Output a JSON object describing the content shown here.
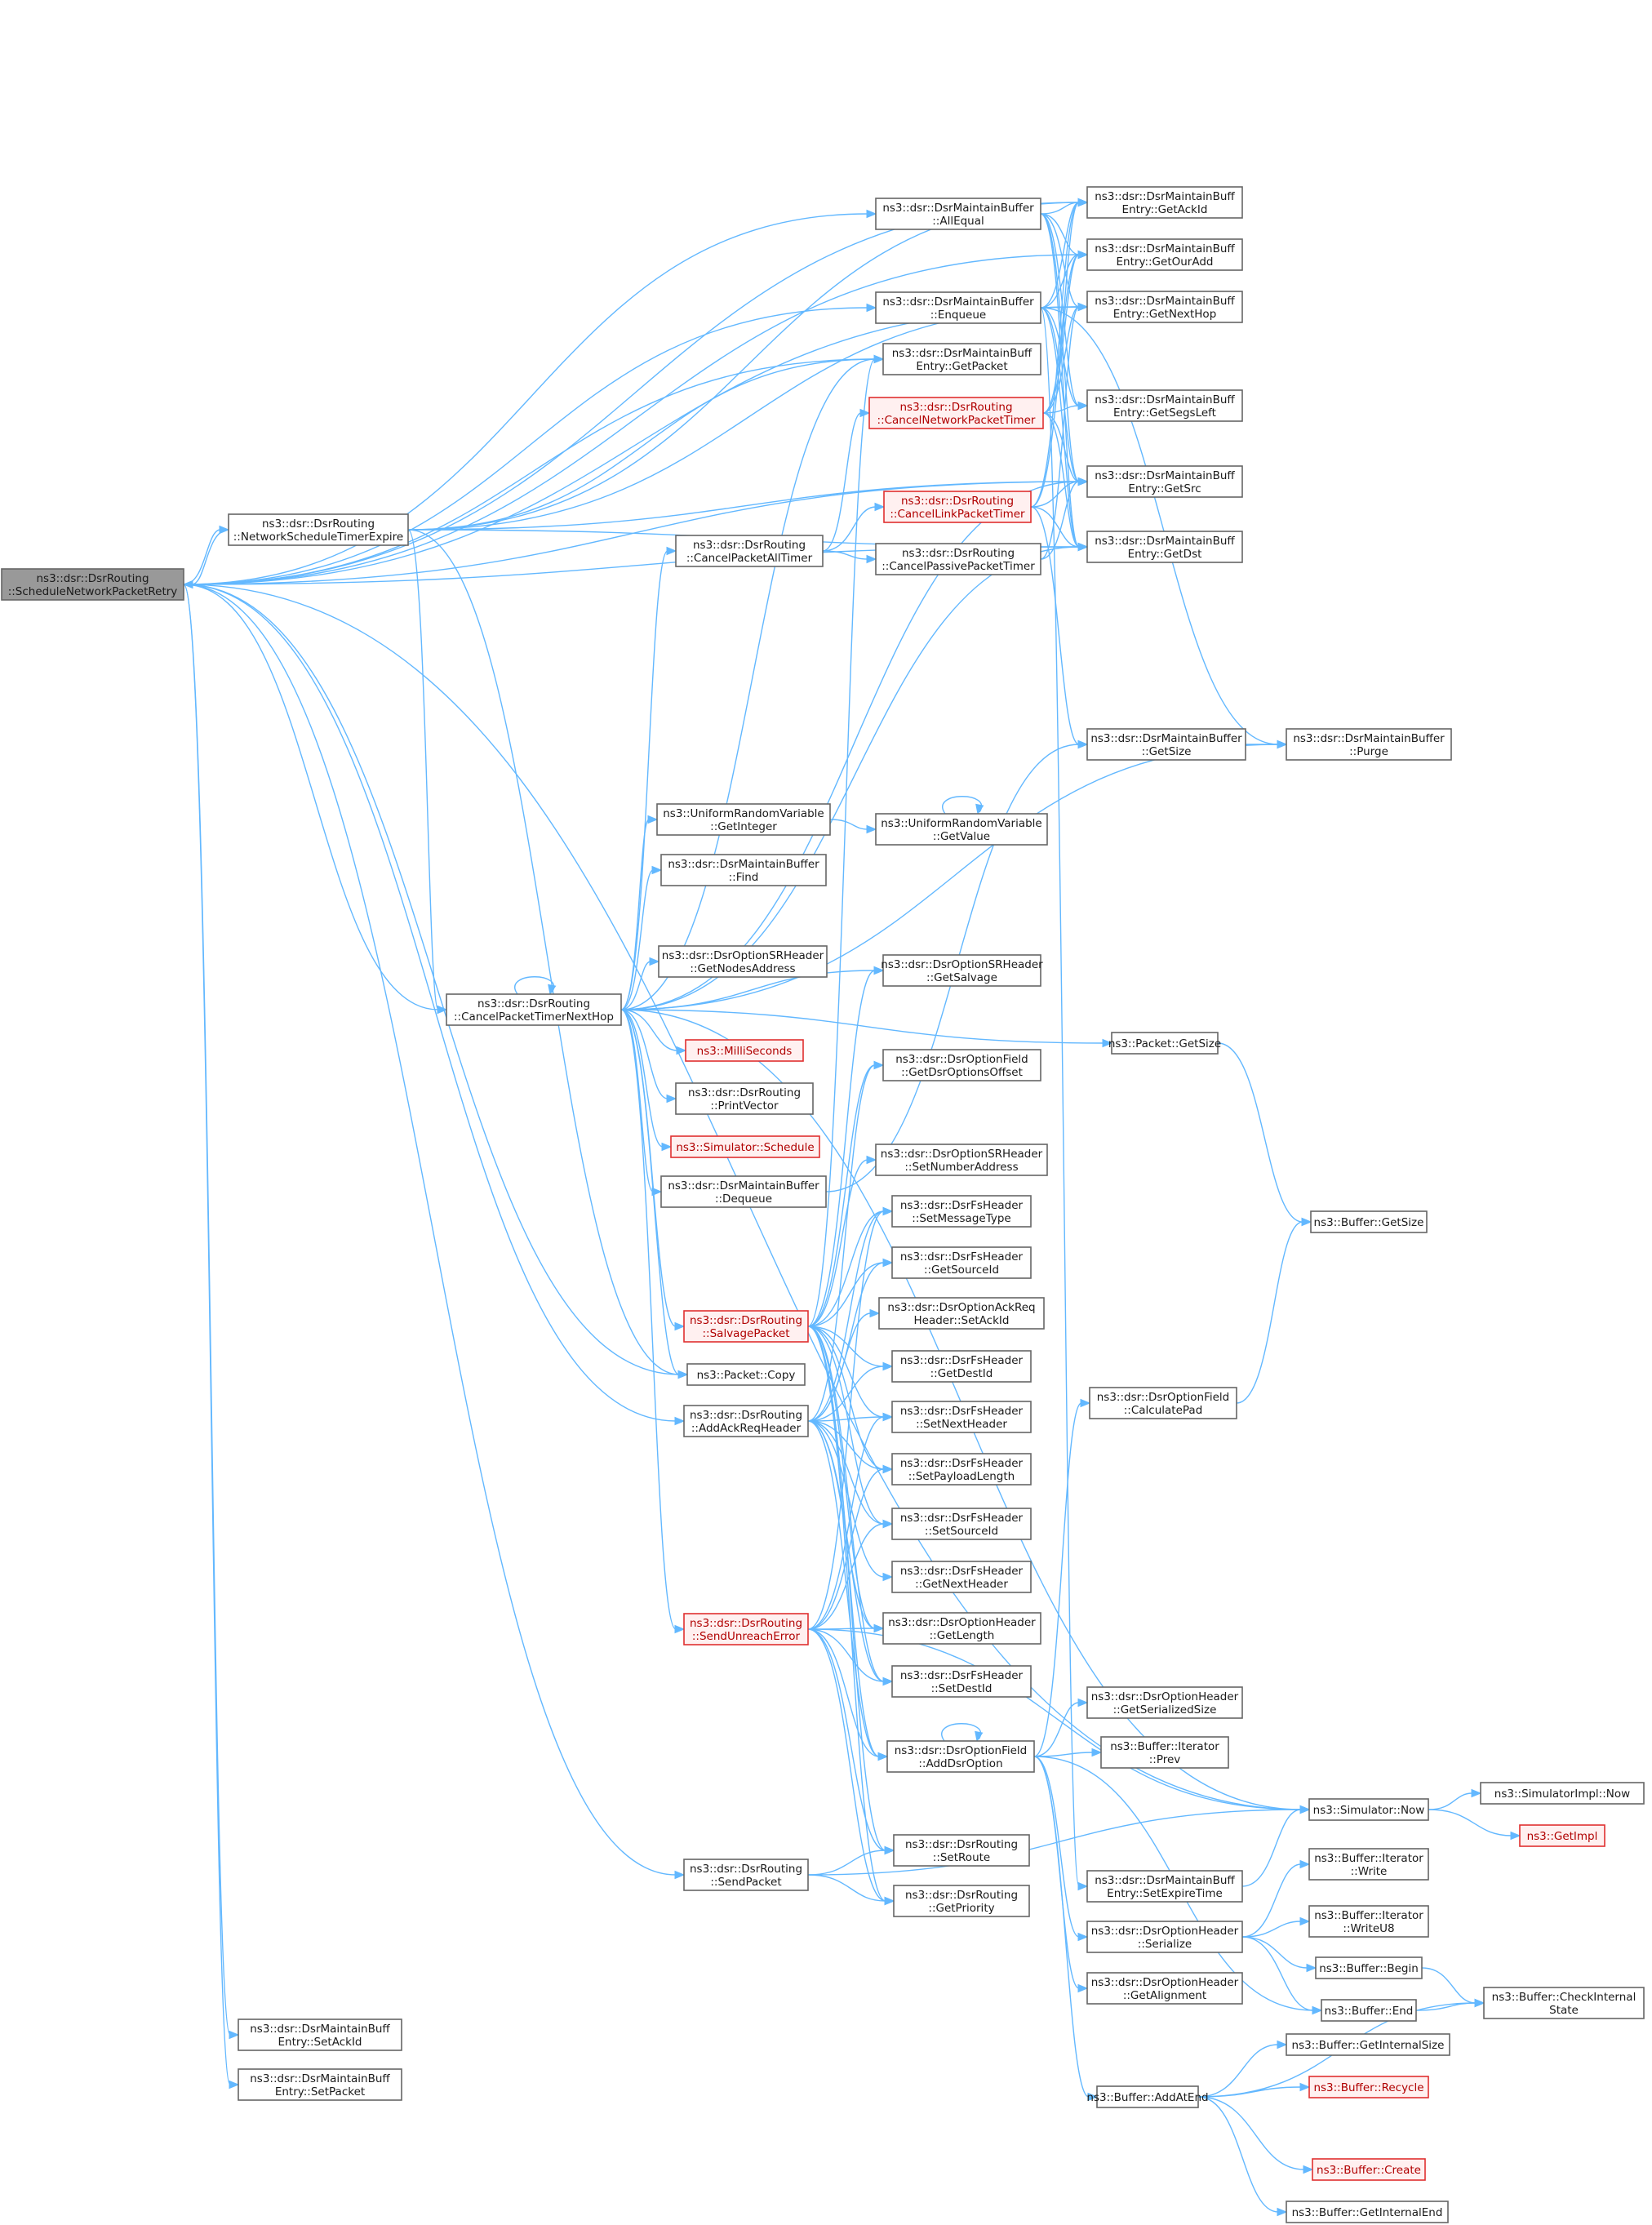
{
  "diagram": {
    "type": "call-graph",
    "colors": {
      "edge": "#63b8ff",
      "node_border": "#666666",
      "root_fill": "#999999",
      "truncated_border": "#e03030",
      "truncated_fill": "#fff0f0"
    },
    "nodes": [
      {
        "id": "root",
        "label": [
          "ns3::dsr::DsrRouting",
          "::ScheduleNetworkPacketRetry"
        ],
        "style": "root"
      },
      {
        "id": "nste",
        "label": [
          "ns3::dsr::DsrRouting",
          "::NetworkScheduleTimerExpire"
        ]
      },
      {
        "id": "cptnh",
        "label": [
          "ns3::dsr::DsrRouting",
          "::CancelPacketTimerNextHop"
        ]
      },
      {
        "id": "mbsetack",
        "label": [
          "ns3::dsr::DsrMaintainBuff",
          "Entry::SetAckId"
        ]
      },
      {
        "id": "mbsetpkt",
        "label": [
          "ns3::dsr::DsrMaintainBuff",
          "Entry::SetPacket"
        ]
      },
      {
        "id": "allequal",
        "label": [
          "ns3::dsr::DsrMaintainBuffer",
          "::AllEqual"
        ]
      },
      {
        "id": "enqueue",
        "label": [
          "ns3::dsr::DsrMaintainBuffer",
          "::Enqueue"
        ]
      },
      {
        "id": "getpacket",
        "label": [
          "ns3::dsr::DsrMaintainBuff",
          "Entry::GetPacket"
        ]
      },
      {
        "id": "cnpt",
        "label": [
          "ns3::dsr::DsrRouting",
          "::CancelNetworkPacketTimer"
        ],
        "style": "truncated"
      },
      {
        "id": "clpt",
        "label": [
          "ns3::dsr::DsrRouting",
          "::CancelLinkPacketTimer"
        ],
        "style": "truncated"
      },
      {
        "id": "cpat",
        "label": [
          "ns3::dsr::DsrRouting",
          "::CancelPacketAllTimer"
        ]
      },
      {
        "id": "cppt",
        "label": [
          "ns3::dsr::DsrRouting",
          "::CancelPassivePacketTimer"
        ]
      },
      {
        "id": "getackid",
        "label": [
          "ns3::dsr::DsrMaintainBuff",
          "Entry::GetAckId"
        ]
      },
      {
        "id": "getouradd",
        "label": [
          "ns3::dsr::DsrMaintainBuff",
          "Entry::GetOurAdd"
        ]
      },
      {
        "id": "getnexthop",
        "label": [
          "ns3::dsr::DsrMaintainBuff",
          "Entry::GetNextHop"
        ]
      },
      {
        "id": "getsegsleft",
        "label": [
          "ns3::dsr::DsrMaintainBuff",
          "Entry::GetSegsLeft"
        ]
      },
      {
        "id": "getsrc",
        "label": [
          "ns3::dsr::DsrMaintainBuff",
          "Entry::GetSrc"
        ]
      },
      {
        "id": "getdst",
        "label": [
          "ns3::dsr::DsrMaintainBuff",
          "Entry::GetDst"
        ]
      },
      {
        "id": "mbgetsize",
        "label": [
          "ns3::dsr::DsrMaintainBuffer",
          "::GetSize"
        ]
      },
      {
        "id": "purge",
        "label": [
          "ns3::dsr::DsrMaintainBuffer",
          "::Purge"
        ]
      },
      {
        "id": "urvgetint",
        "label": [
          "ns3::UniformRandomVariable",
          "::GetInteger"
        ]
      },
      {
        "id": "urvgetval",
        "label": [
          "ns3::UniformRandomVariable",
          "::GetValue"
        ]
      },
      {
        "id": "mbfind",
        "label": [
          "ns3::dsr::DsrMaintainBuffer",
          "::Find"
        ]
      },
      {
        "id": "getnodesaddr",
        "label": [
          "ns3::dsr::DsrOptionSRHeader",
          "::GetNodesAddress"
        ]
      },
      {
        "id": "getsalvage",
        "label": [
          "ns3::dsr::DsrOptionSRHeader",
          "::GetSalvage"
        ]
      },
      {
        "id": "milli",
        "label": [
          "ns3::MilliSeconds"
        ],
        "style": "truncated"
      },
      {
        "id": "printvec",
        "label": [
          "ns3::dsr::DsrRouting",
          "::PrintVector"
        ]
      },
      {
        "id": "schedule",
        "label": [
          "ns3::Simulator::Schedule"
        ],
        "style": "truncated"
      },
      {
        "id": "dequeue",
        "label": [
          "ns3::dsr::DsrMaintainBuffer",
          "::Dequeue"
        ]
      },
      {
        "id": "getdsroff",
        "label": [
          "ns3::dsr::DsrOptionField",
          "::GetDsrOptionsOffset"
        ]
      },
      {
        "id": "pktgetsize",
        "label": [
          "ns3::Packet::GetSize"
        ]
      },
      {
        "id": "setnumaddr",
        "label": [
          "ns3::dsr::DsrOptionSRHeader",
          "::SetNumberAddress"
        ]
      },
      {
        "id": "setmsgtype",
        "label": [
          "ns3::dsr::DsrFsHeader",
          "::SetMessageType"
        ]
      },
      {
        "id": "getsourceid",
        "label": [
          "ns3::dsr::DsrFsHeader",
          "::GetSourceId"
        ]
      },
      {
        "id": "setackid2",
        "label": [
          "ns3::dsr::DsrOptionAckReq",
          "Header::SetAckId"
        ]
      },
      {
        "id": "salvage",
        "label": [
          "ns3::dsr::DsrRouting",
          "::SalvagePacket"
        ],
        "style": "truncated"
      },
      {
        "id": "pktcopy",
        "label": [
          "ns3::Packet::Copy"
        ]
      },
      {
        "id": "getdestid",
        "label": [
          "ns3::dsr::DsrFsHeader",
          "::GetDestId"
        ]
      },
      {
        "id": "addackreq",
        "label": [
          "ns3::dsr::DsrRouting",
          "::AddAckReqHeader"
        ]
      },
      {
        "id": "setnexthdr",
        "label": [
          "ns3::dsr::DsrFsHeader",
          "::SetNextHeader"
        ]
      },
      {
        "id": "setpaylen",
        "label": [
          "ns3::dsr::DsrFsHeader",
          "::SetPayloadLength"
        ]
      },
      {
        "id": "setsourceid",
        "label": [
          "ns3::dsr::DsrFsHeader",
          "::SetSourceId"
        ]
      },
      {
        "id": "getnexthdr",
        "label": [
          "ns3::dsr::DsrFsHeader",
          "::GetNextHeader"
        ]
      },
      {
        "id": "sendunreach",
        "label": [
          "ns3::dsr::DsrRouting",
          "::SendUnreachError"
        ],
        "style": "truncated"
      },
      {
        "id": "ohgetlen",
        "label": [
          "ns3::dsr::DsrOptionHeader",
          "::GetLength"
        ]
      },
      {
        "id": "setdestid",
        "label": [
          "ns3::dsr::DsrFsHeader",
          "::SetDestId"
        ]
      },
      {
        "id": "adddsropt",
        "label": [
          "ns3::dsr::DsrOptionField",
          "::AddDsrOption"
        ]
      },
      {
        "id": "setroute",
        "label": [
          "ns3::dsr::DsrRouting",
          "::SetRoute"
        ]
      },
      {
        "id": "sendpacket",
        "label": [
          "ns3::dsr::DsrRouting",
          "::SendPacket"
        ]
      },
      {
        "id": "getprio",
        "label": [
          "ns3::dsr::DsrRouting",
          "::GetPriority"
        ]
      },
      {
        "id": "bufgetsize",
        "label": [
          "ns3::Buffer::GetSize"
        ]
      },
      {
        "id": "calcpad",
        "label": [
          "ns3::dsr::DsrOptionField",
          "::CalculatePad"
        ]
      },
      {
        "id": "ohgetser",
        "label": [
          "ns3::dsr::DsrOptionHeader",
          "::GetSerializedSize"
        ]
      },
      {
        "id": "itprev",
        "label": [
          "ns3::Buffer::Iterator",
          "::Prev"
        ]
      },
      {
        "id": "simnow",
        "label": [
          "ns3::Simulator::Now"
        ]
      },
      {
        "id": "simimplnow",
        "label": [
          "ns3::SimulatorImpl::Now"
        ]
      },
      {
        "id": "getimpl",
        "label": [
          "ns3::GetImpl"
        ],
        "style": "truncated"
      },
      {
        "id": "setexpire",
        "label": [
          "ns3::dsr::DsrMaintainBuff",
          "Entry::SetExpireTime"
        ]
      },
      {
        "id": "itwrite",
        "label": [
          "ns3::Buffer::Iterator",
          "::Write"
        ]
      },
      {
        "id": "ohser",
        "label": [
          "ns3::dsr::DsrOptionHeader",
          "::Serialize"
        ]
      },
      {
        "id": "itwriteu8",
        "label": [
          "ns3::Buffer::Iterator",
          "::WriteU8"
        ]
      },
      {
        "id": "bufbegin",
        "label": [
          "ns3::Buffer::Begin"
        ]
      },
      {
        "id": "ohgetalign",
        "label": [
          "ns3::dsr::DsrOptionHeader",
          "::GetAlignment"
        ]
      },
      {
        "id": "bufend",
        "label": [
          "ns3::Buffer::End"
        ]
      },
      {
        "id": "checkint",
        "label": [
          "ns3::Buffer::CheckInternal",
          "State"
        ]
      },
      {
        "id": "getintsize",
        "label": [
          "ns3::Buffer::GetInternalSize"
        ]
      },
      {
        "id": "addatend",
        "label": [
          "ns3::Buffer::AddAtEnd"
        ]
      },
      {
        "id": "recycle",
        "label": [
          "ns3::Buffer::Recycle"
        ],
        "style": "truncated"
      },
      {
        "id": "bufcreate",
        "label": [
          "ns3::Buffer::Create"
        ],
        "style": "truncated"
      },
      {
        "id": "getintend",
        "label": [
          "ns3::Buffer::GetInternalEnd"
        ]
      }
    ],
    "edges": [
      [
        "root",
        "nste"
      ],
      [
        "root",
        "getackid"
      ],
      [
        "root",
        "getouradd"
      ],
      [
        "root",
        "getnexthop"
      ],
      [
        "root",
        "allequal"
      ],
      [
        "root",
        "enqueue"
      ],
      [
        "root",
        "getpacket"
      ],
      [
        "root",
        "getsrc"
      ],
      [
        "root",
        "getdst"
      ],
      [
        "root",
        "cptnh"
      ],
      [
        "root",
        "pktcopy"
      ],
      [
        "root",
        "addackreq"
      ],
      [
        "root",
        "sendpacket"
      ],
      [
        "root",
        "simnow"
      ],
      [
        "root",
        "mbsetack"
      ],
      [
        "root",
        "mbsetpkt"
      ],
      [
        "nste",
        "root"
      ],
      [
        "nste",
        "getackid"
      ],
      [
        "nste",
        "getnexthop"
      ],
      [
        "nste",
        "getpacket"
      ],
      [
        "nste",
        "getsrc"
      ],
      [
        "nste",
        "getdst"
      ],
      [
        "nste",
        "cptnh"
      ],
      [
        "nste",
        "pktcopy"
      ],
      [
        "allequal",
        "getackid"
      ],
      [
        "allequal",
        "getouradd"
      ],
      [
        "allequal",
        "getnexthop"
      ],
      [
        "allequal",
        "getsegsleft"
      ],
      [
        "allequal",
        "getsrc"
      ],
      [
        "allequal",
        "getdst"
      ],
      [
        "enqueue",
        "getackid"
      ],
      [
        "enqueue",
        "getouradd"
      ],
      [
        "enqueue",
        "getnexthop"
      ],
      [
        "enqueue",
        "getsegsleft"
      ],
      [
        "enqueue",
        "getsrc"
      ],
      [
        "enqueue",
        "getdst"
      ],
      [
        "enqueue",
        "purge"
      ],
      [
        "enqueue",
        "setexpire"
      ],
      [
        "cnpt",
        "getackid"
      ],
      [
        "cnpt",
        "getouradd"
      ],
      [
        "cnpt",
        "getnexthop"
      ],
      [
        "cnpt",
        "getsegsleft"
      ],
      [
        "cnpt",
        "getsrc"
      ],
      [
        "cnpt",
        "getdst"
      ],
      [
        "clpt",
        "getackid"
      ],
      [
        "clpt",
        "getouradd"
      ],
      [
        "clpt",
        "getsrc"
      ],
      [
        "clpt",
        "getdst"
      ],
      [
        "clpt",
        "mbgetsize"
      ],
      [
        "cpat",
        "cnpt"
      ],
      [
        "cpat",
        "clpt"
      ],
      [
        "cpat",
        "cppt"
      ],
      [
        "cppt",
        "getsrc"
      ],
      [
        "cppt",
        "getnexthop"
      ],
      [
        "mbgetsize",
        "purge"
      ],
      [
        "cptnh",
        "cptnh"
      ],
      [
        "cptnh",
        "getpacket"
      ],
      [
        "cptnh",
        "cpat"
      ],
      [
        "cptnh",
        "getdst"
      ],
      [
        "cptnh",
        "urvgetint"
      ],
      [
        "cptnh",
        "mbfind"
      ],
      [
        "cptnh",
        "getnodesaddr"
      ],
      [
        "cptnh",
        "getsalvage"
      ],
      [
        "cptnh",
        "milli"
      ],
      [
        "cptnh",
        "printvec"
      ],
      [
        "cptnh",
        "schedule"
      ],
      [
        "cptnh",
        "dequeue"
      ],
      [
        "cptnh",
        "salvage"
      ],
      [
        "cptnh",
        "pktcopy"
      ],
      [
        "cptnh",
        "sendunreach"
      ],
      [
        "cptnh",
        "pktgetsize"
      ],
      [
        "cptnh",
        "simnow"
      ],
      [
        "cptnh",
        "purge"
      ],
      [
        "cptnh",
        "getsrc"
      ],
      [
        "urvgetint",
        "urvgetval"
      ],
      [
        "urvgetval",
        "urvgetval"
      ],
      [
        "dequeue",
        "mbgetsize"
      ],
      [
        "pktgetsize",
        "bufgetsize"
      ],
      [
        "salvage",
        "getsalvage"
      ],
      [
        "salvage",
        "getdsroff"
      ],
      [
        "salvage",
        "setnumaddr"
      ],
      [
        "salvage",
        "setmsgtype"
      ],
      [
        "salvage",
        "getsourceid"
      ],
      [
        "salvage",
        "getdestid"
      ],
      [
        "salvage",
        "setnexthdr"
      ],
      [
        "salvage",
        "setpaylen"
      ],
      [
        "salvage",
        "setsourceid"
      ],
      [
        "salvage",
        "ohgetlen"
      ],
      [
        "salvage",
        "setdestid"
      ],
      [
        "salvage",
        "adddsropt"
      ],
      [
        "salvage",
        "setroute"
      ],
      [
        "salvage",
        "getprio"
      ],
      [
        "salvage",
        "getpacket"
      ],
      [
        "addackreq",
        "getdsroff"
      ],
      [
        "addackreq",
        "setmsgtype"
      ],
      [
        "addackreq",
        "getsourceid"
      ],
      [
        "addackreq",
        "setackid2"
      ],
      [
        "addackreq",
        "getdestid"
      ],
      [
        "addackreq",
        "setnexthdr"
      ],
      [
        "addackreq",
        "setpaylen"
      ],
      [
        "addackreq",
        "setsourceid"
      ],
      [
        "addackreq",
        "getnexthdr"
      ],
      [
        "addackreq",
        "ohgetlen"
      ],
      [
        "addackreq",
        "setdestid"
      ],
      [
        "addackreq",
        "adddsropt"
      ],
      [
        "sendunreach",
        "setmsgtype"
      ],
      [
        "sendunreach",
        "setnexthdr"
      ],
      [
        "sendunreach",
        "setpaylen"
      ],
      [
        "sendunreach",
        "setsourceid"
      ],
      [
        "sendunreach",
        "ohgetlen"
      ],
      [
        "sendunreach",
        "setdestid"
      ],
      [
        "sendunreach",
        "adddsropt"
      ],
      [
        "sendunreach",
        "setroute"
      ],
      [
        "sendunreach",
        "getprio"
      ],
      [
        "sendunreach",
        "simnow"
      ],
      [
        "sendpacket",
        "setroute"
      ],
      [
        "sendpacket",
        "getprio"
      ],
      [
        "sendpacket",
        "simnow"
      ],
      [
        "adddsropt",
        "adddsropt"
      ],
      [
        "adddsropt",
        "calcpad"
      ],
      [
        "adddsropt",
        "ohgetser"
      ],
      [
        "adddsropt",
        "itprev"
      ],
      [
        "adddsropt",
        "ohser"
      ],
      [
        "adddsropt",
        "ohgetalign"
      ],
      [
        "adddsropt",
        "bufend"
      ],
      [
        "adddsropt",
        "addatend"
      ],
      [
        "calcpad",
        "bufgetsize"
      ],
      [
        "simnow",
        "simimplnow"
      ],
      [
        "simnow",
        "getimpl"
      ],
      [
        "setexpire",
        "simnow"
      ],
      [
        "ohser",
        "itwrite"
      ],
      [
        "ohser",
        "itwriteu8"
      ],
      [
        "ohser",
        "bufbegin"
      ],
      [
        "ohser",
        "bufend"
      ],
      [
        "bufbegin",
        "checkint"
      ],
      [
        "bufend",
        "checkint"
      ],
      [
        "addatend",
        "getintsize"
      ],
      [
        "addatend",
        "recycle"
      ],
      [
        "addatend",
        "bufcreate"
      ],
      [
        "addatend",
        "getintend"
      ],
      [
        "addatend",
        "checkint"
      ]
    ]
  }
}
